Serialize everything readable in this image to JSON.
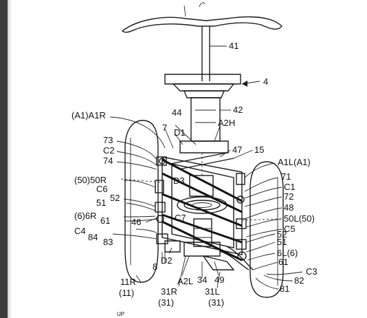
{
  "labels": {
    "l41": "41",
    "l4": "4",
    "l42": "42",
    "l44": "44",
    "a1a1r": "(A1)A1R",
    "a2h": "A2H",
    "l7": "7",
    "d1": "D1",
    "l73": "73",
    "c2": "C2",
    "l74": "74",
    "l47": "47",
    "l15": "15",
    "a1la1": "A1L(A1)",
    "l50_50r": "(50)50R",
    "d3": "D3",
    "l71": "71",
    "c6": "C6",
    "c1": "C1",
    "l52a": "52",
    "l72": "72",
    "l51a": "51",
    "l48": "48",
    "l6_6r": "(6)6R",
    "l61a": "61",
    "l46": "46",
    "c7": "C7",
    "l50l50": "50L(50)",
    "c4": "C4",
    "c5": "C5",
    "l84": "84",
    "l83": "83",
    "l52b": "52",
    "l51b": "51",
    "l6l6": "6L(6)",
    "d2": "D2",
    "l8": "8",
    "l61b": "61",
    "c3": "C3",
    "l82": "82",
    "l81": "81",
    "l11r": "11R",
    "l11": "(11)",
    "l31r": "31R",
    "l31a": "(31)",
    "a2l": "A2L",
    "l34": "34",
    "l49": "49",
    "l31l": "31L",
    "l31b": "(31)",
    "up": "UP"
  }
}
